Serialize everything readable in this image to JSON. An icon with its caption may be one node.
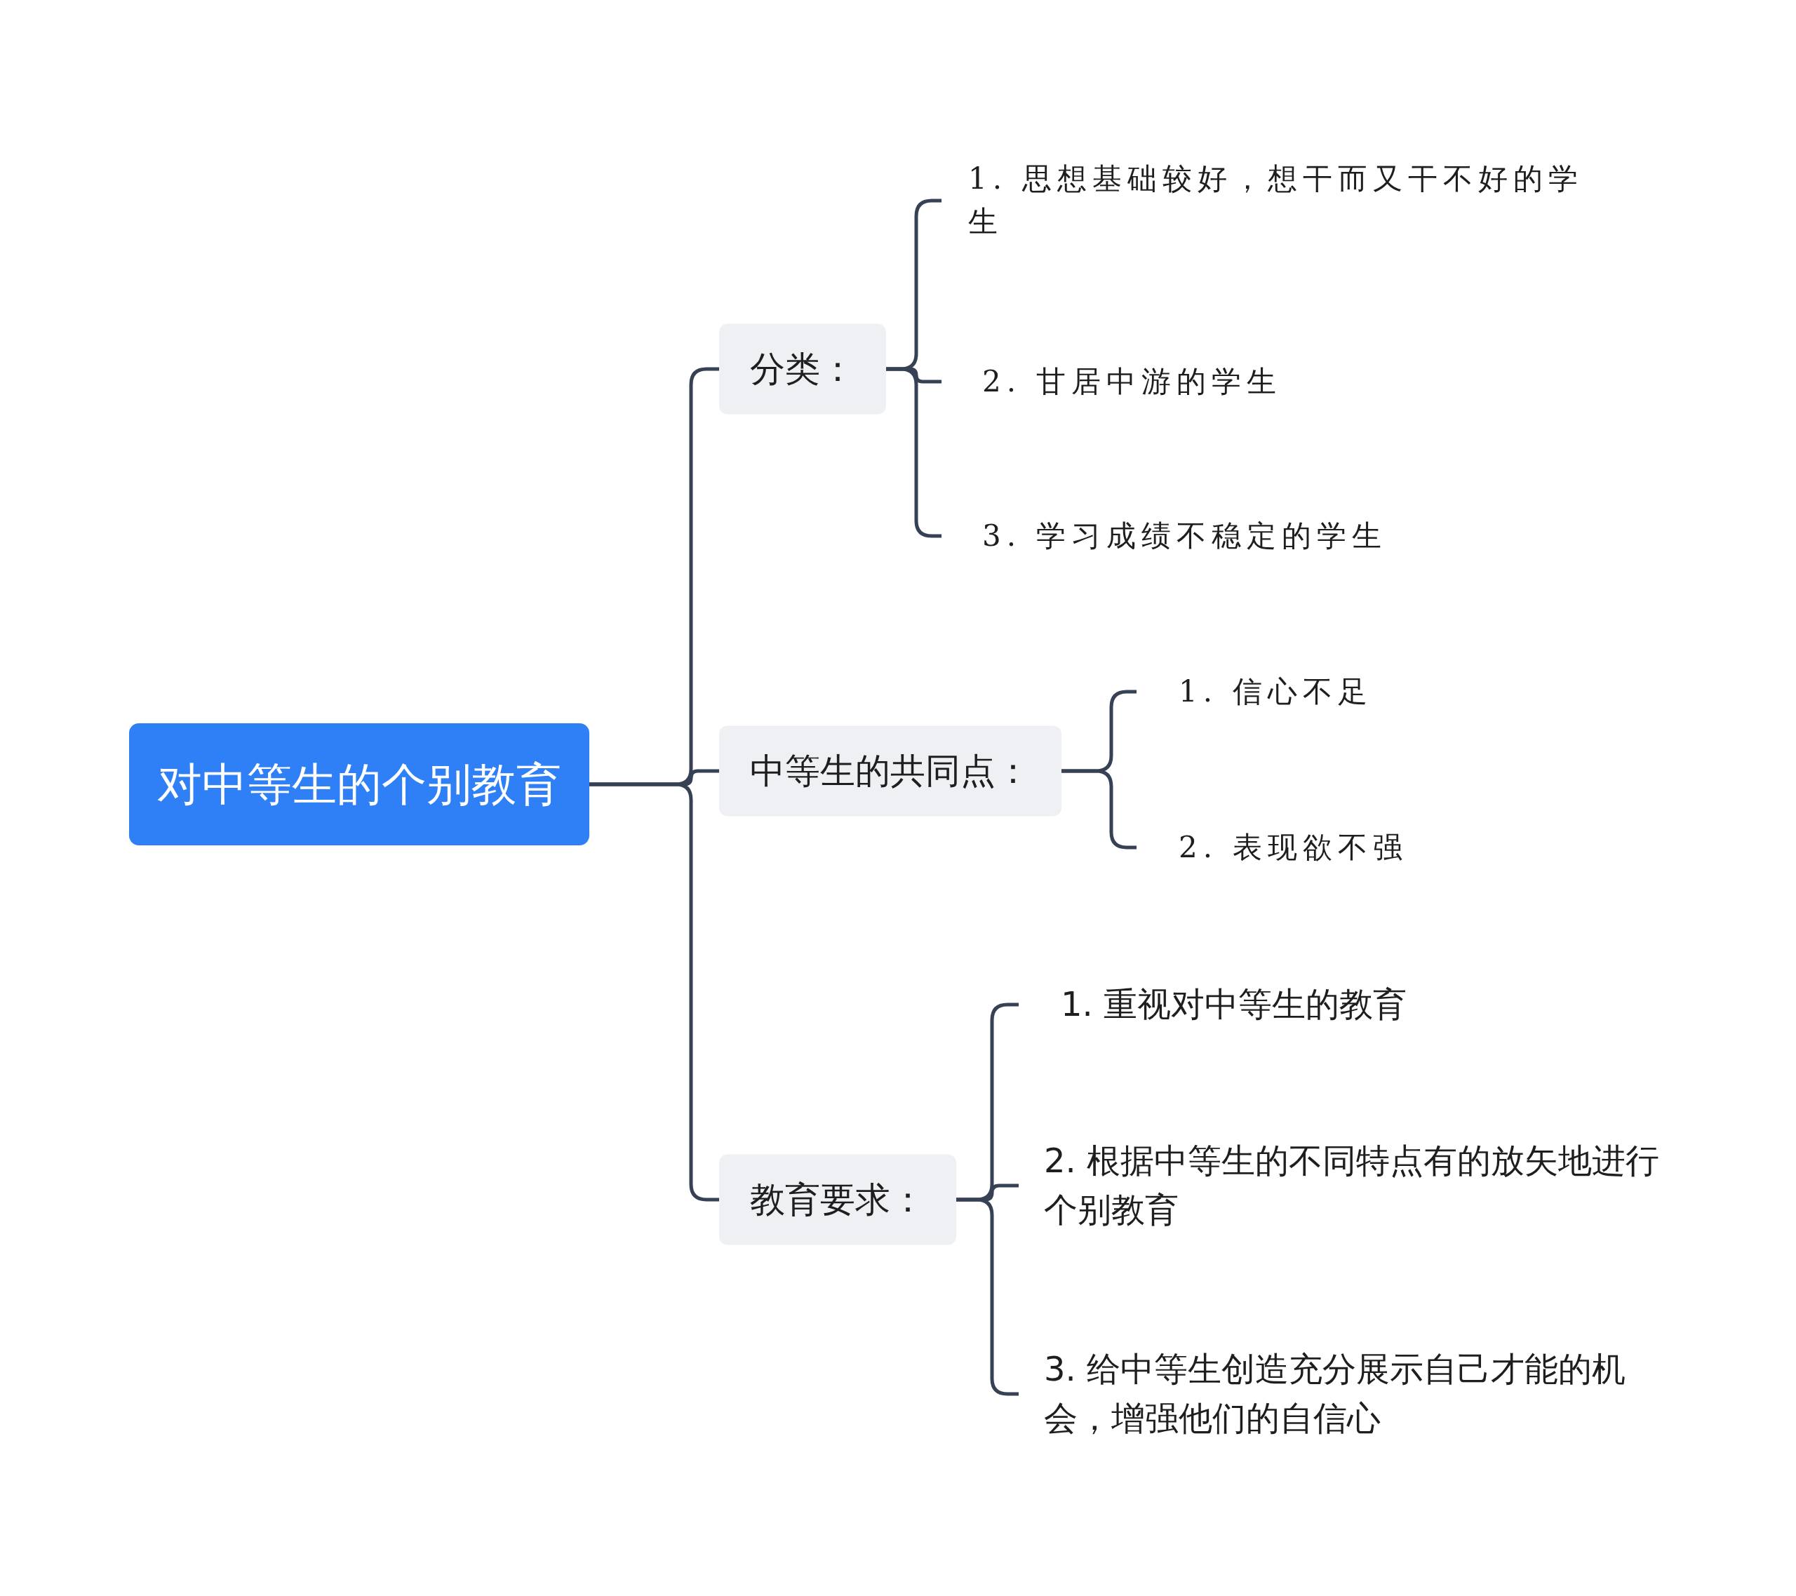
{
  "diagram": {
    "nodes": [
      {
        "text": [
          "对中等生的个别教育"
        ]
      },
      {
        "text": [
          "分类："
        ]
      },
      {
        "text": [
          "1. 思想基础较好，想干而又干不好的学生"
        ]
      },
      {
        "text": [
          "2. 甘居中游的学生"
        ]
      },
      {
        "text": [
          "3. 学习成绩不稳定的学生"
        ]
      },
      {
        "text": [
          "中等生的共同点："
        ]
      },
      {
        "text": [
          "1. 信心不足"
        ]
      },
      {
        "text": [
          "2. 表现欲不强"
        ]
      },
      {
        "text": [
          "教育要求："
        ]
      },
      {
        "text": [
          "1. 重视对中等生的教育"
        ]
      },
      {
        "text": [
          "2. 根据中等生的不同特点有的放矢地进行个别教育"
        ]
      },
      {
        "text": [
          "3. 给中等生创造充分展示自己才能的机会，增强他们的自信心"
        ]
      }
    ],
    "edges": [
      {
        "from": 0,
        "to": 1,
        "arrow": "none"
      },
      {
        "from": 0,
        "to": 5,
        "arrow": "none"
      },
      {
        "from": 0,
        "to": 8,
        "arrow": "none"
      },
      {
        "from": 1,
        "to": 2,
        "arrow": "none"
      },
      {
        "from": 1,
        "to": 3,
        "arrow": "none"
      },
      {
        "from": 1,
        "to": 4,
        "arrow": "none"
      },
      {
        "from": 5,
        "to": 6,
        "arrow": "none"
      },
      {
        "from": 5,
        "to": 7,
        "arrow": "none"
      },
      {
        "from": 8,
        "to": 9,
        "arrow": "none"
      },
      {
        "from": 8,
        "to": 10,
        "arrow": "none"
      },
      {
        "from": 8,
        "to": 11,
        "arrow": "none"
      }
    ]
  }
}
